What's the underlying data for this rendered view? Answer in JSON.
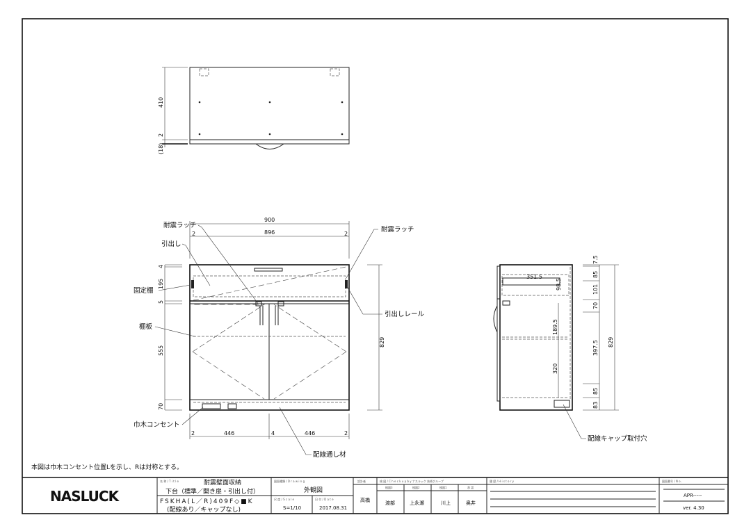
{
  "note": "本図は巾木コンセント位置Lを示し、Rは対称とする。",
  "labels": {
    "latch_left": "耐震ラッチ",
    "latch_right": "耐震ラッチ",
    "drawer": "引出し",
    "fixed_shelf": "固定棚",
    "shelf_board": "棚板",
    "baseboard_outlet": "巾木コンセント",
    "wiring_member": "配線通し材",
    "drawer_rail": "引出しレール",
    "wiring_cap_hole": "配線キャップ取付穴"
  },
  "top_view_dims": {
    "depth": "410",
    "gap": "2",
    "door": "(18)"
  },
  "front_view_dims": {
    "overall_width": "900",
    "inner_width": "896",
    "side_l": "2",
    "side_r": "2",
    "vertical": [
      "4",
      "195",
      "5",
      "555",
      "70"
    ],
    "height": "829",
    "bottom": [
      "2",
      "446",
      "4",
      "446",
      "2"
    ]
  },
  "side_view_dims": {
    "drawer_depth": "351.5",
    "rail": "98.5",
    "upper": "189.5",
    "lower": "320",
    "vertical": [
      "7.5",
      "85",
      "101",
      "70",
      "397.5",
      "85",
      "83"
    ],
    "height": "829"
  },
  "title_block": {
    "logo": "NASLUCK",
    "title_caption": "名 称 / T i t l e",
    "title_main": "耐震壁面収納",
    "title_sub": "下台（標準／開き扉・引出し付）",
    "model": "FSKHA(L／R)409F◇■K",
    "model_note": "(配線あり／キャップなし)",
    "drawing_caption": "図面種類 / D r a w i n g",
    "drawing_type": "外観図",
    "scale_caption": "尺 度 / S c a l e",
    "scale": "S=1/10",
    "date_caption": "日 付 / D a t e",
    "date": "2017.08.31",
    "designer_caption": "設計者",
    "designer": "高橋",
    "check_caption": "検 図 / C h e c k   u p   b y   ナスラック 技術グループ",
    "approver_captions": [
      "検図3",
      "検図2",
      "検図1",
      "承 認"
    ],
    "approvers": [
      "渡部",
      "上永瀬",
      "川上",
      "奥井"
    ],
    "history_caption": "履 歴 / H i s t o r y",
    "number_caption": "図面番号 / N o .",
    "number": "APR-----",
    "version": "ver. 4.30"
  }
}
